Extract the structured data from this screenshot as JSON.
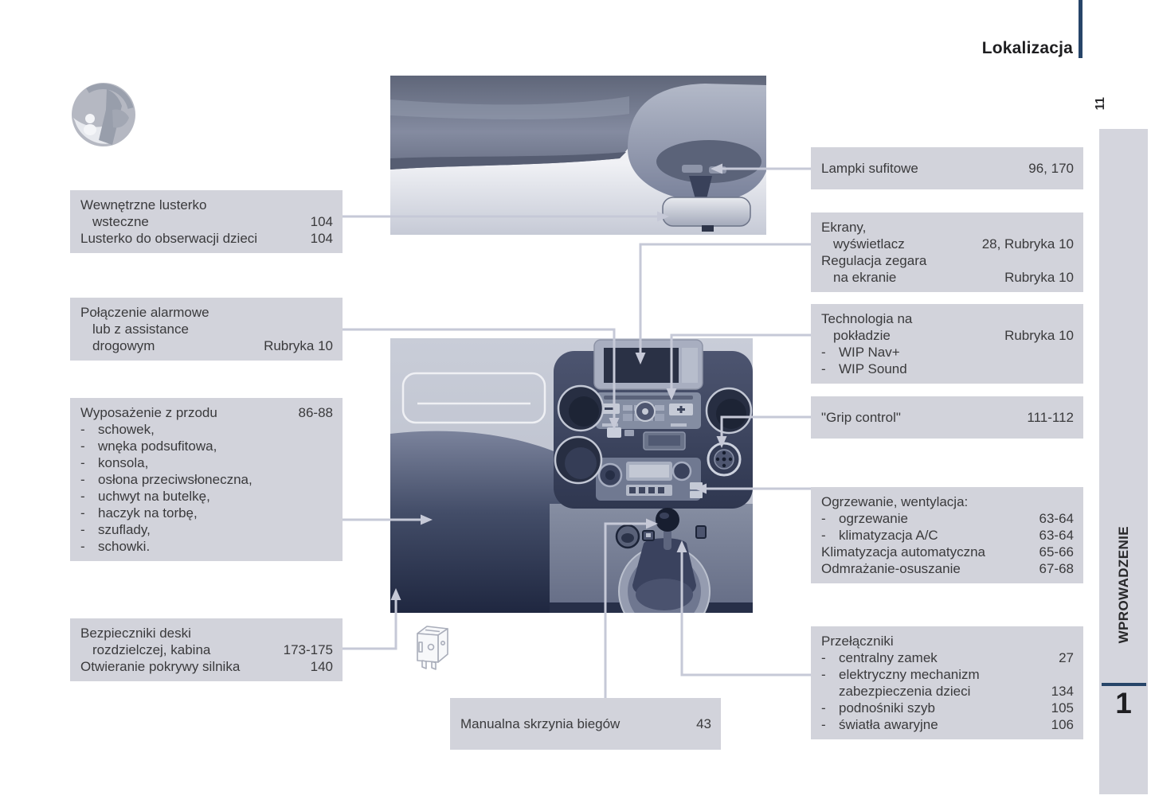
{
  "page": {
    "title": "Lokalizacja",
    "page_number": "11",
    "chapter_label": "WPROWADZENIE",
    "chapter_number": "1"
  },
  "colors": {
    "accent_navy": "#274569",
    "callout_bg": "#d2d3db",
    "connector_line": "#c6c9d7",
    "text": "#3a3a3c"
  },
  "callouts": {
    "mirror": {
      "lines": [
        {
          "t": "Wewnętrzne lusterko"
        },
        {
          "t": "wsteczne",
          "i": 1,
          "n": "104"
        },
        {
          "t": "Lusterko do obserwacji dzieci",
          "n": "104"
        }
      ]
    },
    "alarm": {
      "lines": [
        {
          "t": "Połączenie alarmowe"
        },
        {
          "t": "lub z assistance",
          "i": 1
        },
        {
          "t": "drogowym",
          "i": 1,
          "n": "Rubryka 10"
        }
      ]
    },
    "front_equipment": {
      "lines": [
        {
          "t": "Wyposażenie z przodu",
          "n": "86-88"
        },
        {
          "t": "schowek,",
          "b": 1
        },
        {
          "t": "wnęka podsufitowa,",
          "b": 1
        },
        {
          "t": "konsola,",
          "b": 1
        },
        {
          "t": "osłona przeciwsłoneczna,",
          "b": 1
        },
        {
          "t": "uchwyt na butelkę,",
          "b": 1
        },
        {
          "t": "haczyk na torbę,",
          "b": 1
        },
        {
          "t": "szuflady,",
          "b": 1
        },
        {
          "t": "schowki.",
          "b": 1
        }
      ]
    },
    "fuses": {
      "lines": [
        {
          "t": "Bezpieczniki deski"
        },
        {
          "t": "rozdzielczej, kabina",
          "i": 1,
          "n": "173-175"
        },
        {
          "t": "Otwieranie pokrywy silnika",
          "n": "140"
        }
      ]
    },
    "gearbox": {
      "lines": [
        {
          "t": "Manualna skrzynia biegów",
          "n": "43"
        }
      ]
    },
    "ceiling_lamps": {
      "lines": [
        {
          "t": "Lampki sufitowe",
          "n": "96, 170"
        }
      ]
    },
    "screens": {
      "lines": [
        {
          "t": "Ekrany,"
        },
        {
          "t": "wyświetlacz",
          "i": 1,
          "n": "28, Rubryka 10"
        },
        {
          "t": "Regulacja zegara"
        },
        {
          "t": "na ekranie",
          "i": 1,
          "n": "Rubryka 10"
        }
      ]
    },
    "technology": {
      "lines": [
        {
          "t": "Technologia na"
        },
        {
          "t": "pokładzie",
          "i": 1,
          "n": "Rubryka 10"
        },
        {
          "t": "WIP Nav+",
          "b": 1
        },
        {
          "t": "WIP Sound",
          "b": 1
        }
      ]
    },
    "grip": {
      "lines": [
        {
          "t": "\"Grip control\"",
          "n": "111-112"
        }
      ]
    },
    "heating": {
      "lines": [
        {
          "t": "Ogrzewanie, wentylacja:"
        },
        {
          "t": "ogrzewanie",
          "b": 1,
          "n": "63-64"
        },
        {
          "t": "klimatyzacja A/C",
          "b": 1,
          "n": "63-64"
        },
        {
          "t": "Klimatyzacja automatyczna",
          "n": "65-66"
        },
        {
          "t": "Odmrażanie-osuszanie",
          "n": "67-68"
        }
      ]
    },
    "switches": {
      "lines": [
        {
          "t": "Przełączniki"
        },
        {
          "t": "centralny zamek",
          "b": 1,
          "n": "27"
        },
        {
          "t": "elektryczny mechanizm",
          "b": 1
        },
        {
          "t": "zabezpieczenia dzieci",
          "i": 2,
          "n": "134"
        },
        {
          "t": "podnośniki szyb",
          "b": 1,
          "n": "105"
        },
        {
          "t": "światła awaryjne",
          "b": 1,
          "n": "106"
        }
      ]
    }
  }
}
